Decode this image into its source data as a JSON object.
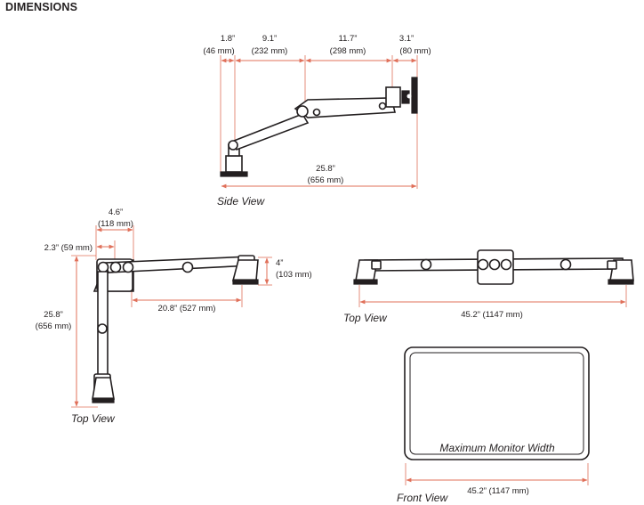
{
  "heading": "DIMENSIONS",
  "side_view": {
    "caption": "Side View",
    "dims": [
      {
        "in": "1.8”",
        "mm": "(46 mm)"
      },
      {
        "in": "9.1”",
        "mm": "(232 mm)"
      },
      {
        "in": "11.7”",
        "mm": "(298 mm)"
      },
      {
        "in": "3.1”",
        "mm": "(80 mm)"
      }
    ],
    "overall": {
      "in": "25.8”",
      "mm": "(656 mm)"
    }
  },
  "top_view_left": {
    "caption": "Top View",
    "dim_a": {
      "in": "4.6”",
      "mm": "(118 mm)"
    },
    "dim_b": {
      "label": "2.3” (59 mm)"
    },
    "dim_depth": {
      "in": "25.8”",
      "mm": "(656 mm)"
    },
    "dim_height": {
      "in": "4”",
      "mm": "(103 mm)"
    },
    "dim_reach": {
      "label": "20.8” (527 mm)"
    }
  },
  "top_view_right": {
    "caption": "Top View",
    "dim_width": {
      "label": "45.2” (1147 mm)"
    }
  },
  "front_view": {
    "caption": "Front View",
    "monitor_label": "Maximum Monitor Width",
    "dim_width": {
      "label": "45.2” (1147 mm)"
    }
  },
  "colors": {
    "dimension_line": "#e0705a",
    "drawing": "#231f20"
  }
}
